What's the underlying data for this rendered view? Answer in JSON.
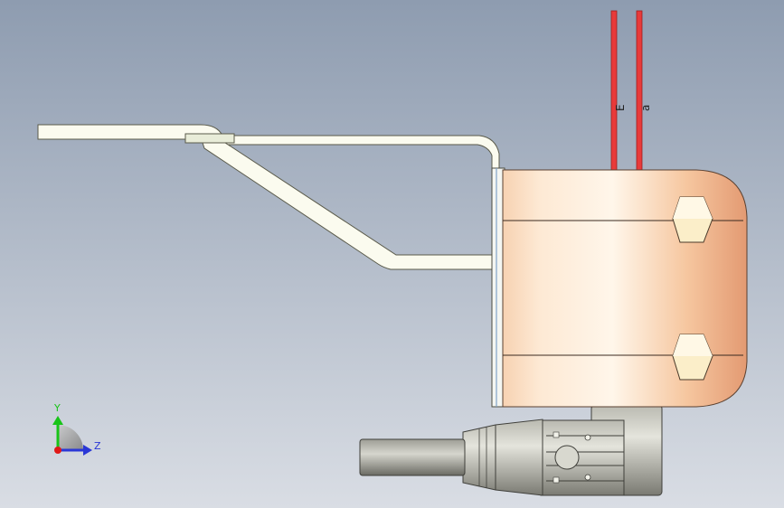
{
  "viewport": {
    "background_top": "#8e9cb0",
    "background_bottom": "#d9dde4"
  },
  "model": {
    "wire_labels": [
      "E",
      "a"
    ],
    "colors": {
      "housing_light": "#fdf1e2",
      "housing_dark": "#e7a079",
      "frame_fill": "#fbfbef",
      "frame_stroke": "#5a5a4a",
      "wire": "#e83a3a",
      "motor_body": "#8c8c84",
      "motor_light": "#c7c7bd",
      "shaft": "#777770"
    }
  },
  "triad": {
    "y_label": "Y",
    "z_label": "Z",
    "colors": {
      "y": "#18c418",
      "z": "#2a37d6",
      "x": "#e01818"
    }
  }
}
